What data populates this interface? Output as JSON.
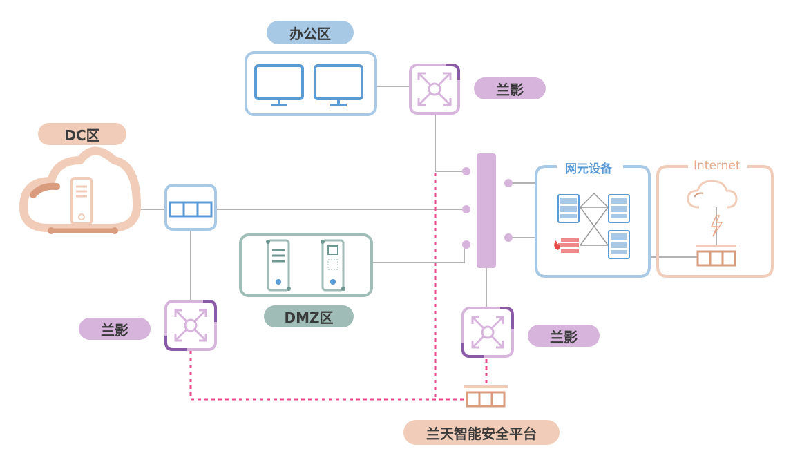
{
  "zones": {
    "office": "办公区",
    "dc": "DC区",
    "dmz": "DMZ区",
    "network_devices": "网元设备",
    "internet": "Internet"
  },
  "labels": {
    "lanying_top": "兰影",
    "lanying_left": "兰影",
    "lanying_bottom": "兰影",
    "platform": "兰天智能安全平台"
  },
  "colors": {
    "blue": "#a8c9e6",
    "blue_dark": "#5b9bd5",
    "purple": "#d7b4dc",
    "purple_dark": "#8a5aa6",
    "peach": "#f1cdb9",
    "peach_dark": "#d99c7e",
    "green": "#9fbcb6",
    "green_dark": "#6f9791",
    "line": "#b3b3b3",
    "pink_dash": "#e84a8a"
  }
}
